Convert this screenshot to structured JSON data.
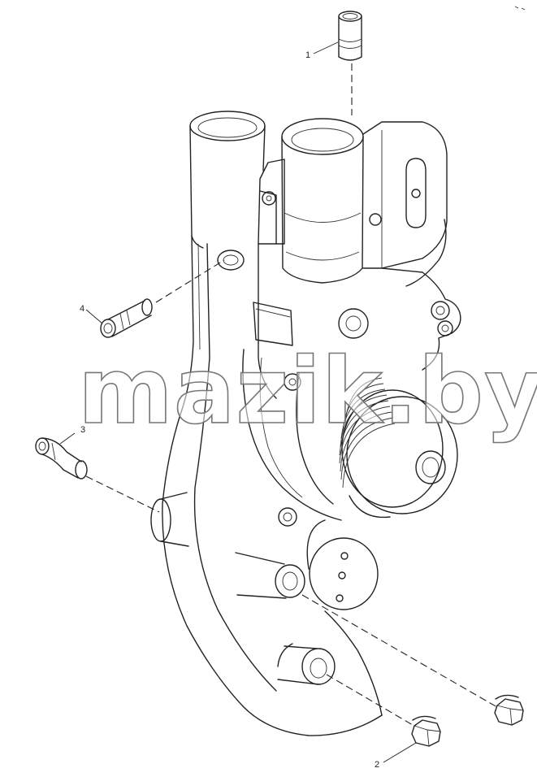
{
  "diagram": {
    "callouts": [
      {
        "id": "1",
        "label": "1"
      },
      {
        "id": "2",
        "label": "2"
      },
      {
        "id": "3",
        "label": "3"
      },
      {
        "id": "4",
        "label": "4"
      }
    ],
    "watermark": "mazik.by",
    "colors": {
      "line": "#222222",
      "background": "#ffffff",
      "watermark_stroke": "#777777"
    }
  }
}
